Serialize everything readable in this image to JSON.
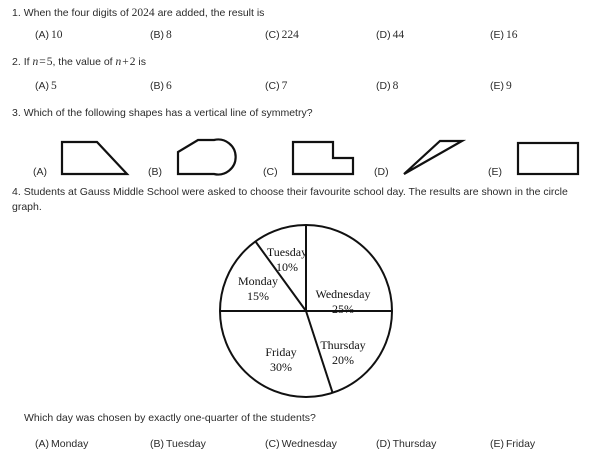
{
  "questions": [
    {
      "number": "1.",
      "text_before": "When the four digits of ",
      "inline_value": "2024",
      "text_after": " are added, the result is",
      "options": [
        {
          "label": "(A)",
          "value": "10"
        },
        {
          "label": "(B)",
          "value": "8"
        },
        {
          "label": "(C)",
          "value": "224"
        },
        {
          "label": "(D)",
          "value": "44"
        },
        {
          "label": "(E)",
          "value": "16"
        }
      ]
    },
    {
      "number": "2.",
      "text_before": "If ",
      "var1": "n",
      "eq": "=",
      "val1": "5",
      "text_mid": ", the value of ",
      "var2": "n",
      "plus": "+",
      "val2": "2",
      "text_after": " is",
      "options": [
        {
          "label": "(A)",
          "value": "5"
        },
        {
          "label": "(B)",
          "value": "6"
        },
        {
          "label": "(C)",
          "value": "7"
        },
        {
          "label": "(D)",
          "value": "8"
        },
        {
          "label": "(E)",
          "value": "9"
        }
      ]
    },
    {
      "number": "3.",
      "text": "Which of the following shapes has a vertical line of symmetry?",
      "shapes": [
        {
          "label": "(A)",
          "name": "right-trapezoid"
        },
        {
          "label": "(B)",
          "name": "teardrop-semicircle"
        },
        {
          "label": "(C)",
          "name": "l-shaped-step-polygon"
        },
        {
          "label": "(D)",
          "name": "thin-sliver-triangle"
        },
        {
          "label": "(E)",
          "name": "rectangle"
        }
      ]
    },
    {
      "number": "4.",
      "text": "Students at Gauss Middle School were asked to choose their favourite school day. The results are shown in the circle graph.",
      "followup": "Which day was chosen by exactly one-quarter of the students?",
      "options": [
        {
          "label": "(A)",
          "value": "Monday"
        },
        {
          "label": "(B)",
          "value": "Tuesday"
        },
        {
          "label": "(C)",
          "value": "Wednesday"
        },
        {
          "label": "(D)",
          "value": "Thursday"
        },
        {
          "label": "(E)",
          "value": "Friday"
        }
      ]
    }
  ],
  "chart_data": {
    "type": "pie",
    "title": "",
    "categories": [
      "Wednesday",
      "Thursday",
      "Friday",
      "Monday",
      "Tuesday"
    ],
    "values": [
      25,
      20,
      30,
      15,
      10
    ],
    "unit": "%",
    "labels": [
      {
        "name": "Wednesday",
        "pct": "25%"
      },
      {
        "name": "Thursday",
        "pct": "20%"
      },
      {
        "name": "Friday",
        "pct": "30%"
      },
      {
        "name": "Monday",
        "pct": "15%"
      },
      {
        "name": "Tuesday",
        "pct": "10%"
      }
    ],
    "legend": "none",
    "grid": false,
    "stroke_color": "#000000",
    "fill_color": "#ffffff"
  },
  "colors": {
    "background": "#ffffff",
    "text": "#2b2b2b",
    "ink": "#000000"
  }
}
